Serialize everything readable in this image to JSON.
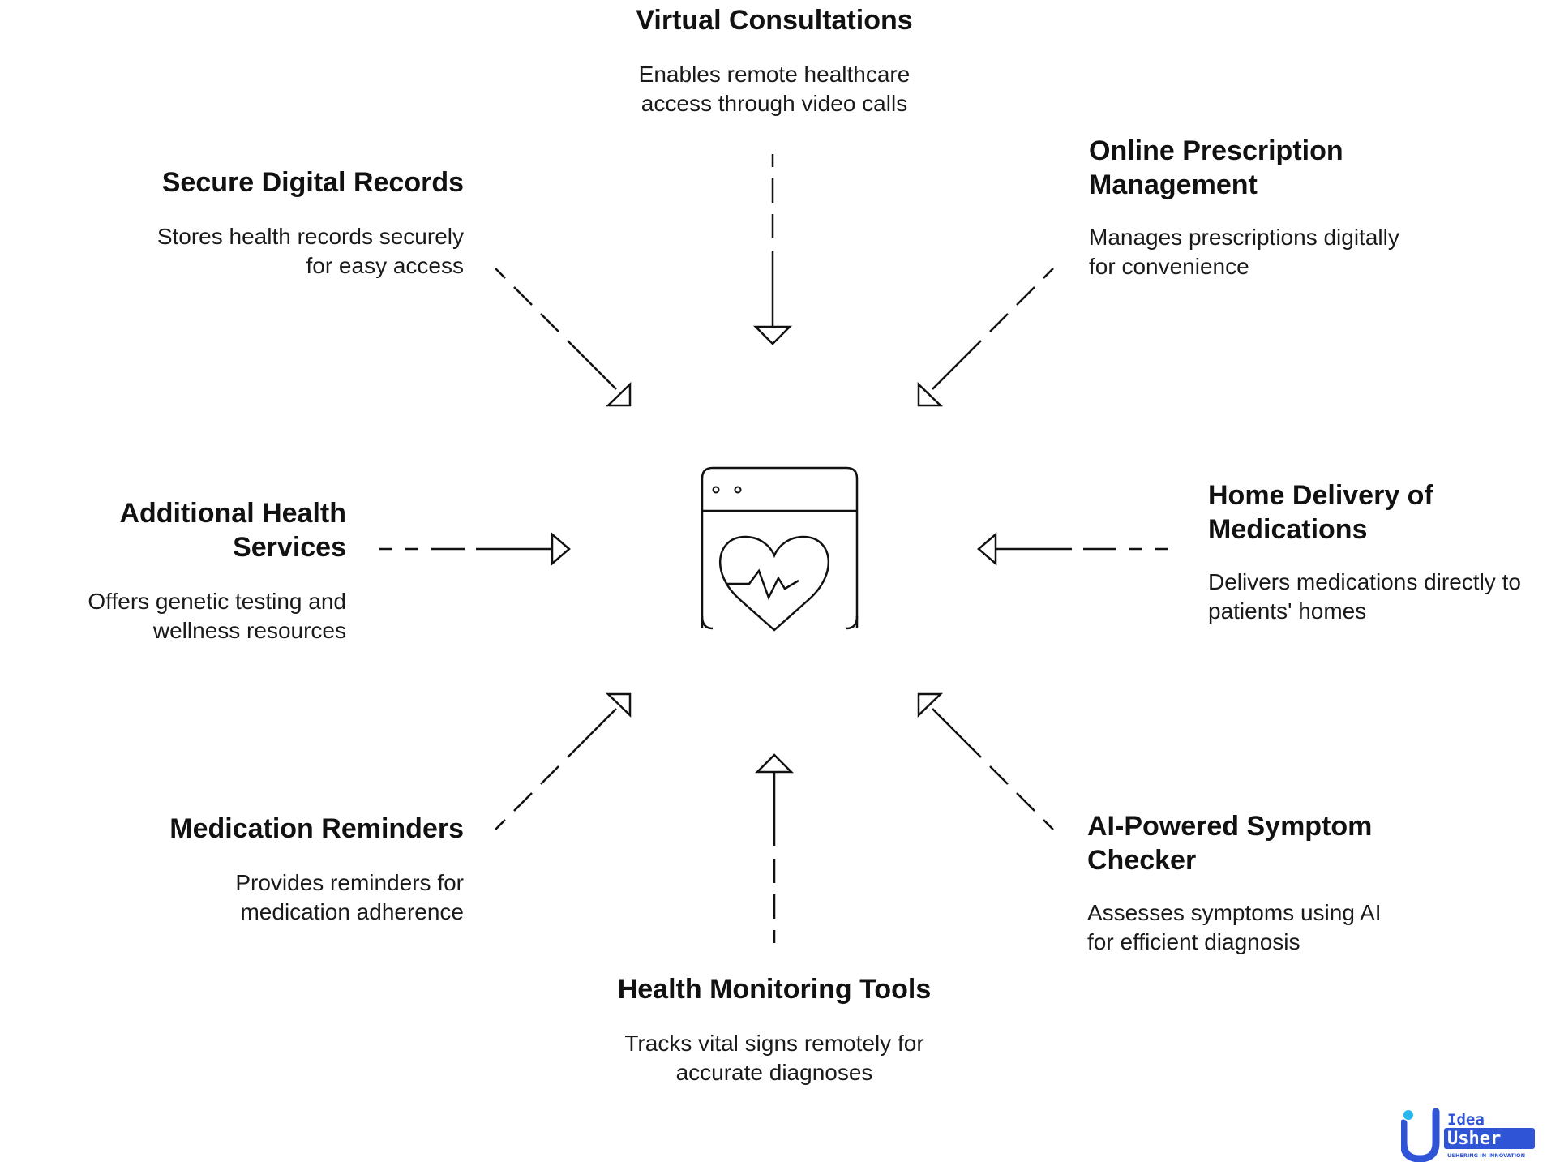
{
  "center_icon": "browser-window-heart-pulse-icon",
  "nodes": {
    "virtual_consultations": {
      "title": "Virtual Consultations",
      "desc_line1": "Enables remote healthcare",
      "desc_line2": "access through video calls"
    },
    "online_prescription": {
      "title_line1": "Online Prescription",
      "title_line2": "Management",
      "desc_line1": "Manages prescriptions digitally",
      "desc_line2": "for convenience"
    },
    "secure_records": {
      "title": "Secure Digital Records",
      "desc_line1": "Stores health records securely",
      "desc_line2": "for easy access"
    },
    "additional_services": {
      "title": "Additional Health Services",
      "desc_line1": "Offers genetic testing and",
      "desc_line2": "wellness resources"
    },
    "home_delivery": {
      "title_line1": "Home Delivery of",
      "title_line2": "Medications",
      "desc_line1": "Delivers medications directly to",
      "desc_line2": "patients' homes"
    },
    "medication_reminders": {
      "title": "Medication Reminders",
      "desc_line1": "Provides reminders for",
      "desc_line2": "medication adherence"
    },
    "symptom_checker": {
      "title_line1": "AI-Powered Symptom",
      "title_line2": "Checker",
      "desc_line1": "Assesses symptoms using AI",
      "desc_line2": "for efficient diagnosis"
    },
    "monitoring_tools": {
      "title": "Health Monitoring Tools",
      "desc_line1": "Tracks vital signs remotely for",
      "desc_line2": "accurate diagnoses"
    }
  },
  "logo": {
    "line1": "Idea",
    "line2": "Usher",
    "tagline": "USHERING IN INNOVATION",
    "colors": {
      "primary": "#2f54d6",
      "accent": "#28b8ee"
    }
  },
  "colors": {
    "stroke": "#111111",
    "text": "#111111",
    "background": "#ffffff"
  }
}
